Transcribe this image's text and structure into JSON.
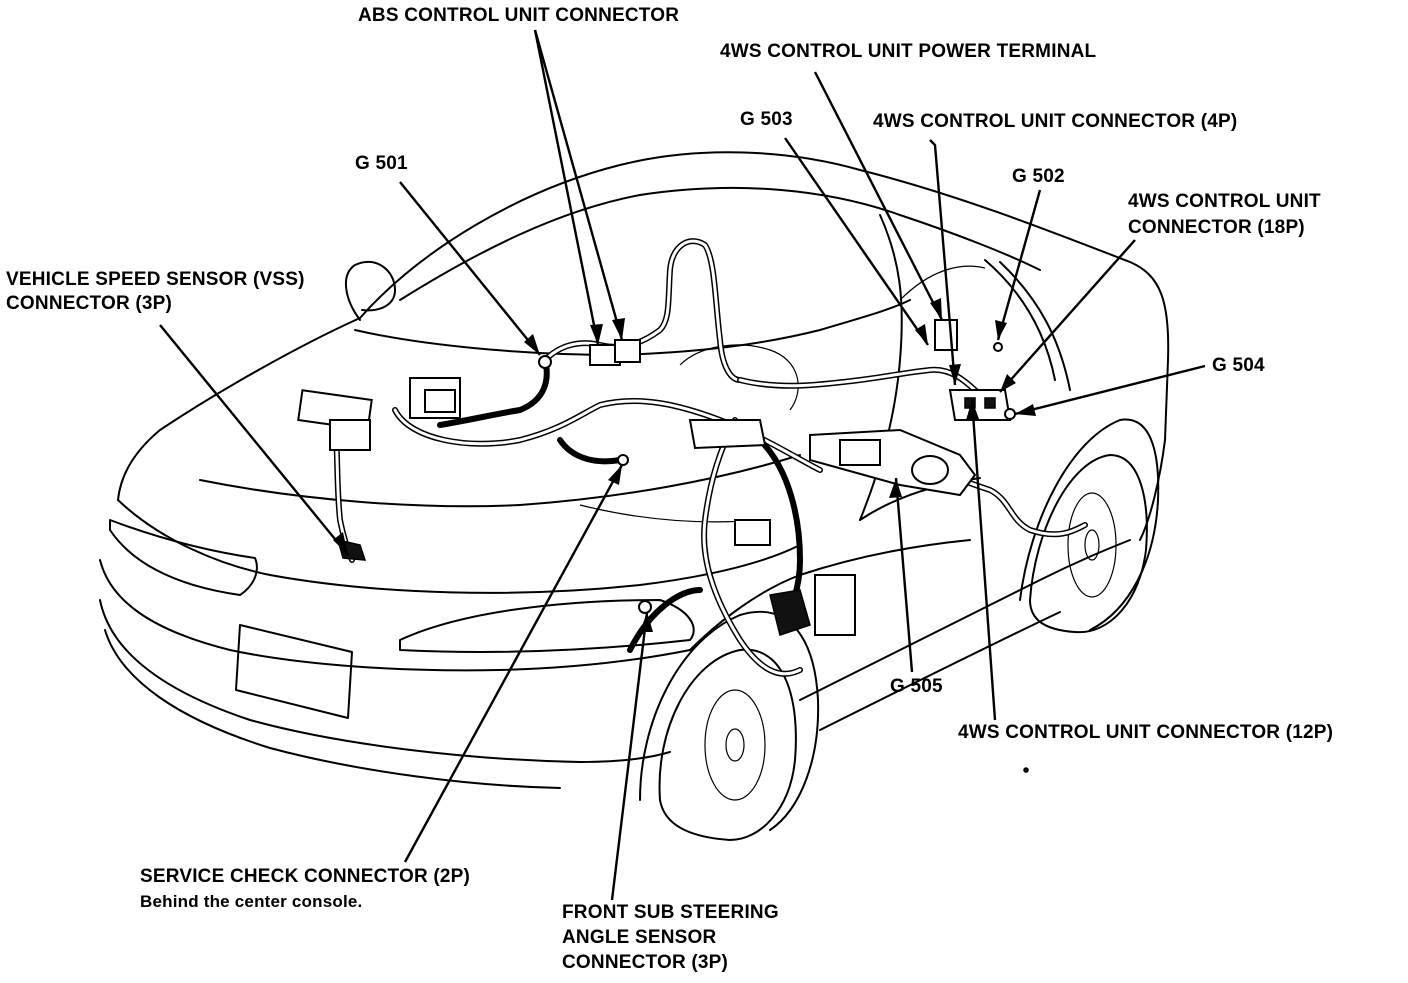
{
  "labels": {
    "abs_connector": "ABS CONTROL UNIT CONNECTOR",
    "fourws_power": "4WS CONTROL UNIT POWER TERMINAL",
    "g503": "G 503",
    "fourws_4p": "4WS CONTROL UNIT CONNECTOR (4P)",
    "g501": "G 501",
    "g502": "G 502",
    "fourws_18p_line1": "4WS CONTROL UNIT",
    "fourws_18p_line2": "CONNECTOR (18P)",
    "vss_line1": "VEHICLE SPEED SENSOR (VSS)",
    "vss_line2": "CONNECTOR (3P)",
    "g504": "G 504",
    "g505": "G 505",
    "fourws_12p": "4WS CONTROL UNIT CONNECTOR (12P)",
    "service_check_line1": "SERVICE CHECK CONNECTOR (2P)",
    "service_check_line2": "Behind the center console.",
    "front_sub_line1": "FRONT SUB STEERING",
    "front_sub_line2": "ANGLE SENSOR",
    "front_sub_line3": "CONNECTOR (3P)"
  }
}
